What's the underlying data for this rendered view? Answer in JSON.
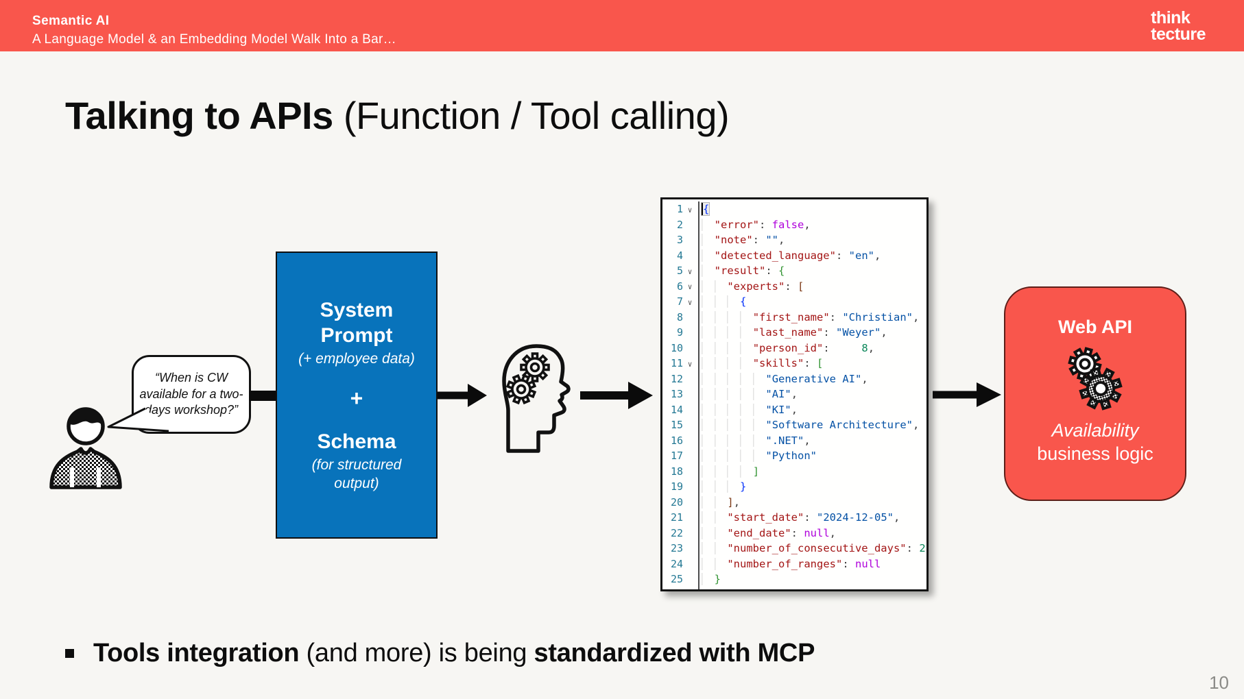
{
  "colors": {
    "accent_red": "#f9564c",
    "prompt_blue": "#0873bb",
    "background": "#f7f6f3"
  },
  "header": {
    "deck_title": "Semantic AI",
    "deck_subtitle": "A Language Model & an Embedding Model Walk Into a Bar…",
    "logo_line1": "think",
    "logo_line2": "tecture"
  },
  "title": {
    "bold": "Talking to APIs",
    "regular": " (Function / Tool calling)"
  },
  "diagram": {
    "speech_bubble": {
      "text": "“When is CW available for a two-days workshop?”"
    },
    "prompt_box": {
      "line1": "System",
      "line2": "Prompt",
      "sub1": "(+ employee data)",
      "plus": "+",
      "line3": "Schema",
      "sub2": "(for structured output)"
    },
    "web_api_box": {
      "title": "Web API",
      "italic_line": "Availability",
      "line2": "business logic"
    }
  },
  "code_editor": {
    "lines": [
      {
        "n": 1,
        "fold": true,
        "tokens": [
          {
            "t": "{",
            "c": "b1 cur"
          }
        ]
      },
      {
        "n": 2,
        "tokens": [
          {
            "t": "  ",
            "c": "ind"
          },
          {
            "t": "\"error\"",
            "c": "key"
          },
          {
            "t": ": ",
            "c": "pu"
          },
          {
            "t": "false",
            "c": "kw"
          },
          {
            "t": ",",
            "c": "pu"
          }
        ]
      },
      {
        "n": 3,
        "tokens": [
          {
            "t": "  ",
            "c": "ind"
          },
          {
            "t": "\"note\"",
            "c": "key"
          },
          {
            "t": ": ",
            "c": "pu"
          },
          {
            "t": "\"\"",
            "c": "str"
          },
          {
            "t": ",",
            "c": "pu"
          }
        ]
      },
      {
        "n": 4,
        "tokens": [
          {
            "t": "  ",
            "c": "ind"
          },
          {
            "t": "\"detected_language\"",
            "c": "key"
          },
          {
            "t": ": ",
            "c": "pu"
          },
          {
            "t": "\"en\"",
            "c": "str"
          },
          {
            "t": ",",
            "c": "pu"
          }
        ]
      },
      {
        "n": 5,
        "fold": true,
        "tokens": [
          {
            "t": "  ",
            "c": "ind"
          },
          {
            "t": "\"result\"",
            "c": "key"
          },
          {
            "t": ": ",
            "c": "pu"
          },
          {
            "t": "{",
            "c": "b2"
          }
        ]
      },
      {
        "n": 6,
        "fold": true,
        "tokens": [
          {
            "t": "  ",
            "c": "ind"
          },
          {
            "t": "  ",
            "c": "ind"
          },
          {
            "t": "\"experts\"",
            "c": "key"
          },
          {
            "t": ": ",
            "c": "pu"
          },
          {
            "t": "[",
            "c": "b3"
          }
        ]
      },
      {
        "n": 7,
        "fold": true,
        "tokens": [
          {
            "t": "  ",
            "c": "ind"
          },
          {
            "t": "  ",
            "c": "ind"
          },
          {
            "t": "  ",
            "c": "ind"
          },
          {
            "t": "{",
            "c": "b1"
          }
        ]
      },
      {
        "n": 8,
        "tokens": [
          {
            "t": "  ",
            "c": "ind"
          },
          {
            "t": "  ",
            "c": "ind"
          },
          {
            "t": "  ",
            "c": "ind"
          },
          {
            "t": "  ",
            "c": "ind"
          },
          {
            "t": "\"first_name\"",
            "c": "key"
          },
          {
            "t": ": ",
            "c": "pu"
          },
          {
            "t": "\"Christian\"",
            "c": "str"
          },
          {
            "t": ",",
            "c": "pu"
          }
        ]
      },
      {
        "n": 9,
        "tokens": [
          {
            "t": "  ",
            "c": "ind"
          },
          {
            "t": "  ",
            "c": "ind"
          },
          {
            "t": "  ",
            "c": "ind"
          },
          {
            "t": "  ",
            "c": "ind"
          },
          {
            "t": "\"last_name\"",
            "c": "key"
          },
          {
            "t": ": ",
            "c": "pu"
          },
          {
            "t": "\"Weyer\"",
            "c": "str"
          },
          {
            "t": ",",
            "c": "pu"
          }
        ]
      },
      {
        "n": 10,
        "tokens": [
          {
            "t": "  ",
            "c": "ind"
          },
          {
            "t": "  ",
            "c": "ind"
          },
          {
            "t": "  ",
            "c": "ind"
          },
          {
            "t": "  ",
            "c": "ind"
          },
          {
            "t": "\"person_id\"",
            "c": "key"
          },
          {
            "t": ": ",
            "c": "pu"
          },
          {
            "t": "    ",
            "c": "sp"
          },
          {
            "t": "8",
            "c": "num"
          },
          {
            "t": ",",
            "c": "pu"
          }
        ]
      },
      {
        "n": 11,
        "fold": true,
        "tokens": [
          {
            "t": "  ",
            "c": "ind"
          },
          {
            "t": "  ",
            "c": "ind"
          },
          {
            "t": "  ",
            "c": "ind"
          },
          {
            "t": "  ",
            "c": "ind"
          },
          {
            "t": "\"skills\"",
            "c": "key"
          },
          {
            "t": ": ",
            "c": "pu"
          },
          {
            "t": "[",
            "c": "b2"
          }
        ]
      },
      {
        "n": 12,
        "tokens": [
          {
            "t": "  ",
            "c": "ind"
          },
          {
            "t": "  ",
            "c": "ind"
          },
          {
            "t": "  ",
            "c": "ind"
          },
          {
            "t": "  ",
            "c": "ind"
          },
          {
            "t": "  ",
            "c": "ind"
          },
          {
            "t": "\"Generative AI\"",
            "c": "str"
          },
          {
            "t": ",",
            "c": "pu"
          }
        ]
      },
      {
        "n": 13,
        "tokens": [
          {
            "t": "  ",
            "c": "ind"
          },
          {
            "t": "  ",
            "c": "ind"
          },
          {
            "t": "  ",
            "c": "ind"
          },
          {
            "t": "  ",
            "c": "ind"
          },
          {
            "t": "  ",
            "c": "ind"
          },
          {
            "t": "\"AI\"",
            "c": "str"
          },
          {
            "t": ",",
            "c": "pu"
          }
        ]
      },
      {
        "n": 14,
        "tokens": [
          {
            "t": "  ",
            "c": "ind"
          },
          {
            "t": "  ",
            "c": "ind"
          },
          {
            "t": "  ",
            "c": "ind"
          },
          {
            "t": "  ",
            "c": "ind"
          },
          {
            "t": "  ",
            "c": "ind"
          },
          {
            "t": "\"KI\"",
            "c": "str"
          },
          {
            "t": ",",
            "c": "pu"
          }
        ]
      },
      {
        "n": 15,
        "tokens": [
          {
            "t": "  ",
            "c": "ind"
          },
          {
            "t": "  ",
            "c": "ind"
          },
          {
            "t": "  ",
            "c": "ind"
          },
          {
            "t": "  ",
            "c": "ind"
          },
          {
            "t": "  ",
            "c": "ind"
          },
          {
            "t": "\"Software Architecture\"",
            "c": "str"
          },
          {
            "t": ",",
            "c": "pu"
          }
        ]
      },
      {
        "n": 16,
        "tokens": [
          {
            "t": "  ",
            "c": "ind"
          },
          {
            "t": "  ",
            "c": "ind"
          },
          {
            "t": "  ",
            "c": "ind"
          },
          {
            "t": "  ",
            "c": "ind"
          },
          {
            "t": "  ",
            "c": "ind"
          },
          {
            "t": "\".NET\"",
            "c": "str"
          },
          {
            "t": ",",
            "c": "pu"
          }
        ]
      },
      {
        "n": 17,
        "tokens": [
          {
            "t": "  ",
            "c": "ind"
          },
          {
            "t": "  ",
            "c": "ind"
          },
          {
            "t": "  ",
            "c": "ind"
          },
          {
            "t": "  ",
            "c": "ind"
          },
          {
            "t": "  ",
            "c": "ind"
          },
          {
            "t": "\"Python\"",
            "c": "str"
          }
        ]
      },
      {
        "n": 18,
        "tokens": [
          {
            "t": "  ",
            "c": "ind"
          },
          {
            "t": "  ",
            "c": "ind"
          },
          {
            "t": "  ",
            "c": "ind"
          },
          {
            "t": "  ",
            "c": "ind"
          },
          {
            "t": "]",
            "c": "b2"
          }
        ]
      },
      {
        "n": 19,
        "tokens": [
          {
            "t": "  ",
            "c": "ind"
          },
          {
            "t": "  ",
            "c": "ind"
          },
          {
            "t": "  ",
            "c": "ind"
          },
          {
            "t": "}",
            "c": "b1"
          }
        ]
      },
      {
        "n": 20,
        "tokens": [
          {
            "t": "  ",
            "c": "ind"
          },
          {
            "t": "  ",
            "c": "ind"
          },
          {
            "t": "]",
            "c": "b3"
          },
          {
            "t": ",",
            "c": "pu"
          }
        ]
      },
      {
        "n": 21,
        "tokens": [
          {
            "t": "  ",
            "c": "ind"
          },
          {
            "t": "  ",
            "c": "ind"
          },
          {
            "t": "\"start_date\"",
            "c": "key"
          },
          {
            "t": ": ",
            "c": "pu"
          },
          {
            "t": "\"2024-12-05\"",
            "c": "str"
          },
          {
            "t": ",",
            "c": "pu"
          }
        ]
      },
      {
        "n": 22,
        "tokens": [
          {
            "t": "  ",
            "c": "ind"
          },
          {
            "t": "  ",
            "c": "ind"
          },
          {
            "t": "\"end_date\"",
            "c": "key"
          },
          {
            "t": ": ",
            "c": "pu"
          },
          {
            "t": "null",
            "c": "kw"
          },
          {
            "t": ",",
            "c": "pu"
          }
        ]
      },
      {
        "n": 23,
        "tokens": [
          {
            "t": "  ",
            "c": "ind"
          },
          {
            "t": "  ",
            "c": "ind"
          },
          {
            "t": "\"number_of_consecutive_days\"",
            "c": "key"
          },
          {
            "t": ": ",
            "c": "pu"
          },
          {
            "t": "2",
            "c": "num"
          },
          {
            "t": ",",
            "c": "pu"
          }
        ]
      },
      {
        "n": 24,
        "tokens": [
          {
            "t": "  ",
            "c": "ind"
          },
          {
            "t": "  ",
            "c": "ind"
          },
          {
            "t": "\"number_of_ranges\"",
            "c": "key"
          },
          {
            "t": ": ",
            "c": "pu"
          },
          {
            "t": "null",
            "c": "kw"
          }
        ]
      },
      {
        "n": 25,
        "tokens": [
          {
            "t": "  ",
            "c": "ind"
          },
          {
            "t": "}",
            "c": "b2"
          }
        ]
      }
    ]
  },
  "bullet": {
    "seg1_bold": "Tools integration",
    "seg2_regular": " (and more) is being ",
    "seg3_bold": "standardized with MCP"
  },
  "page_number": "10"
}
